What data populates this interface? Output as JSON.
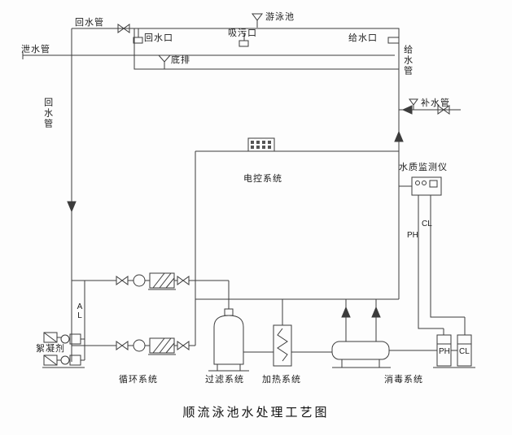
{
  "diagram_title": "顺流泳池水处理工艺图",
  "pool": {
    "name": "游泳池",
    "return_pipe_top": "回水管",
    "drain_pipe": "泄水管",
    "return_inlet": "回水口",
    "bottom_drain": "底排",
    "suction_port": "吸污口",
    "supply_port": "给水口",
    "supply_pipe": "给水管",
    "makeup_pipe": "补水管",
    "return_pipe_left": "回水管"
  },
  "systems": {
    "control": "电控系统",
    "monitor": "水质监测仪",
    "flocculant": "絮凝剂",
    "flocculant_line": "AL",
    "circulation": "循环系统",
    "filtration": "过滤系统",
    "heating": "加热系统",
    "disinfection": "消毒系统"
  },
  "sensors": {
    "ph_pipe_label": "PH",
    "cl_pipe_label": "CL",
    "ph_cell_label": "PH",
    "cl_cell_label": "CL"
  },
  "colors": {
    "line": "#3c3c3c",
    "background": "#fdfdfd"
  }
}
